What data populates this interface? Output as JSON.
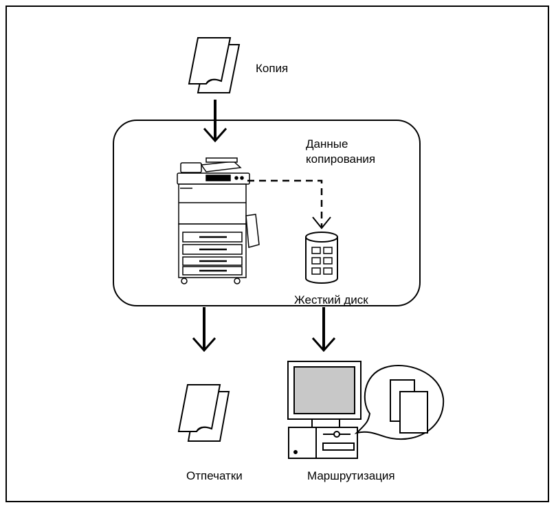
{
  "labels": {
    "copy": "Копия",
    "copy_data_line1": "Данные",
    "copy_data_line2": "копирования",
    "hard_disk": "Жесткий диск",
    "prints": "Отпечатки",
    "routing": "Маршрутизация"
  },
  "colors": {
    "stroke": "#000000",
    "screen_fill": "#c8c8c8",
    "background": "#ffffff"
  }
}
